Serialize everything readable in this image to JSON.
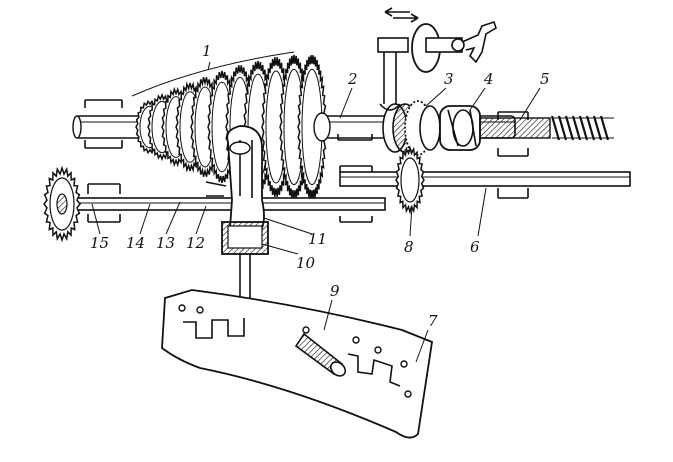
{
  "figure": {
    "labels": {
      "l1": "1",
      "l2": "2",
      "l3": "3",
      "l4": "4",
      "l5": "5",
      "l6": "6",
      "l7": "7",
      "l8": "8",
      "l9": "9",
      "l10": "10",
      "l11": "11",
      "l12": "12",
      "l13": "13",
      "l14": "14",
      "l15": "15"
    },
    "colors": {
      "ink": "#111111",
      "paper": "#ffffff"
    }
  }
}
